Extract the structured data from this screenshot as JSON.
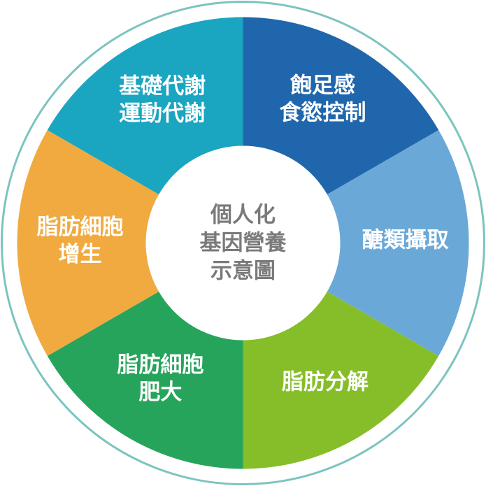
{
  "center": {
    "lines": [
      "個人化",
      "基因營養",
      "示意圖"
    ],
    "fill": "#ffffff",
    "text_color": "#7a7a7a"
  },
  "ring": {
    "stroke_color": "#7cc4bf",
    "background": "#ffffff"
  },
  "segments": [
    {
      "id": "satiety",
      "lines": [
        "飽足感",
        "食慾控制"
      ],
      "color": "#1f66ad"
    },
    {
      "id": "sugar",
      "lines": [
        "醣類攝取"
      ],
      "color": "#6aa8d8"
    },
    {
      "id": "fat-break",
      "lines": [
        "脂肪分解"
      ],
      "color": "#86be2a"
    },
    {
      "id": "fat-hyper",
      "lines": [
        "脂肪細胞",
        "肥大"
      ],
      "color": "#27a45c"
    },
    {
      "id": "fat-growth",
      "lines": [
        "脂肪細胞",
        "增生"
      ],
      "color": "#f0aa40"
    },
    {
      "id": "metab",
      "lines": [
        "基礎代謝",
        "運動代謝"
      ],
      "color": "#1aa5c0"
    }
  ]
}
